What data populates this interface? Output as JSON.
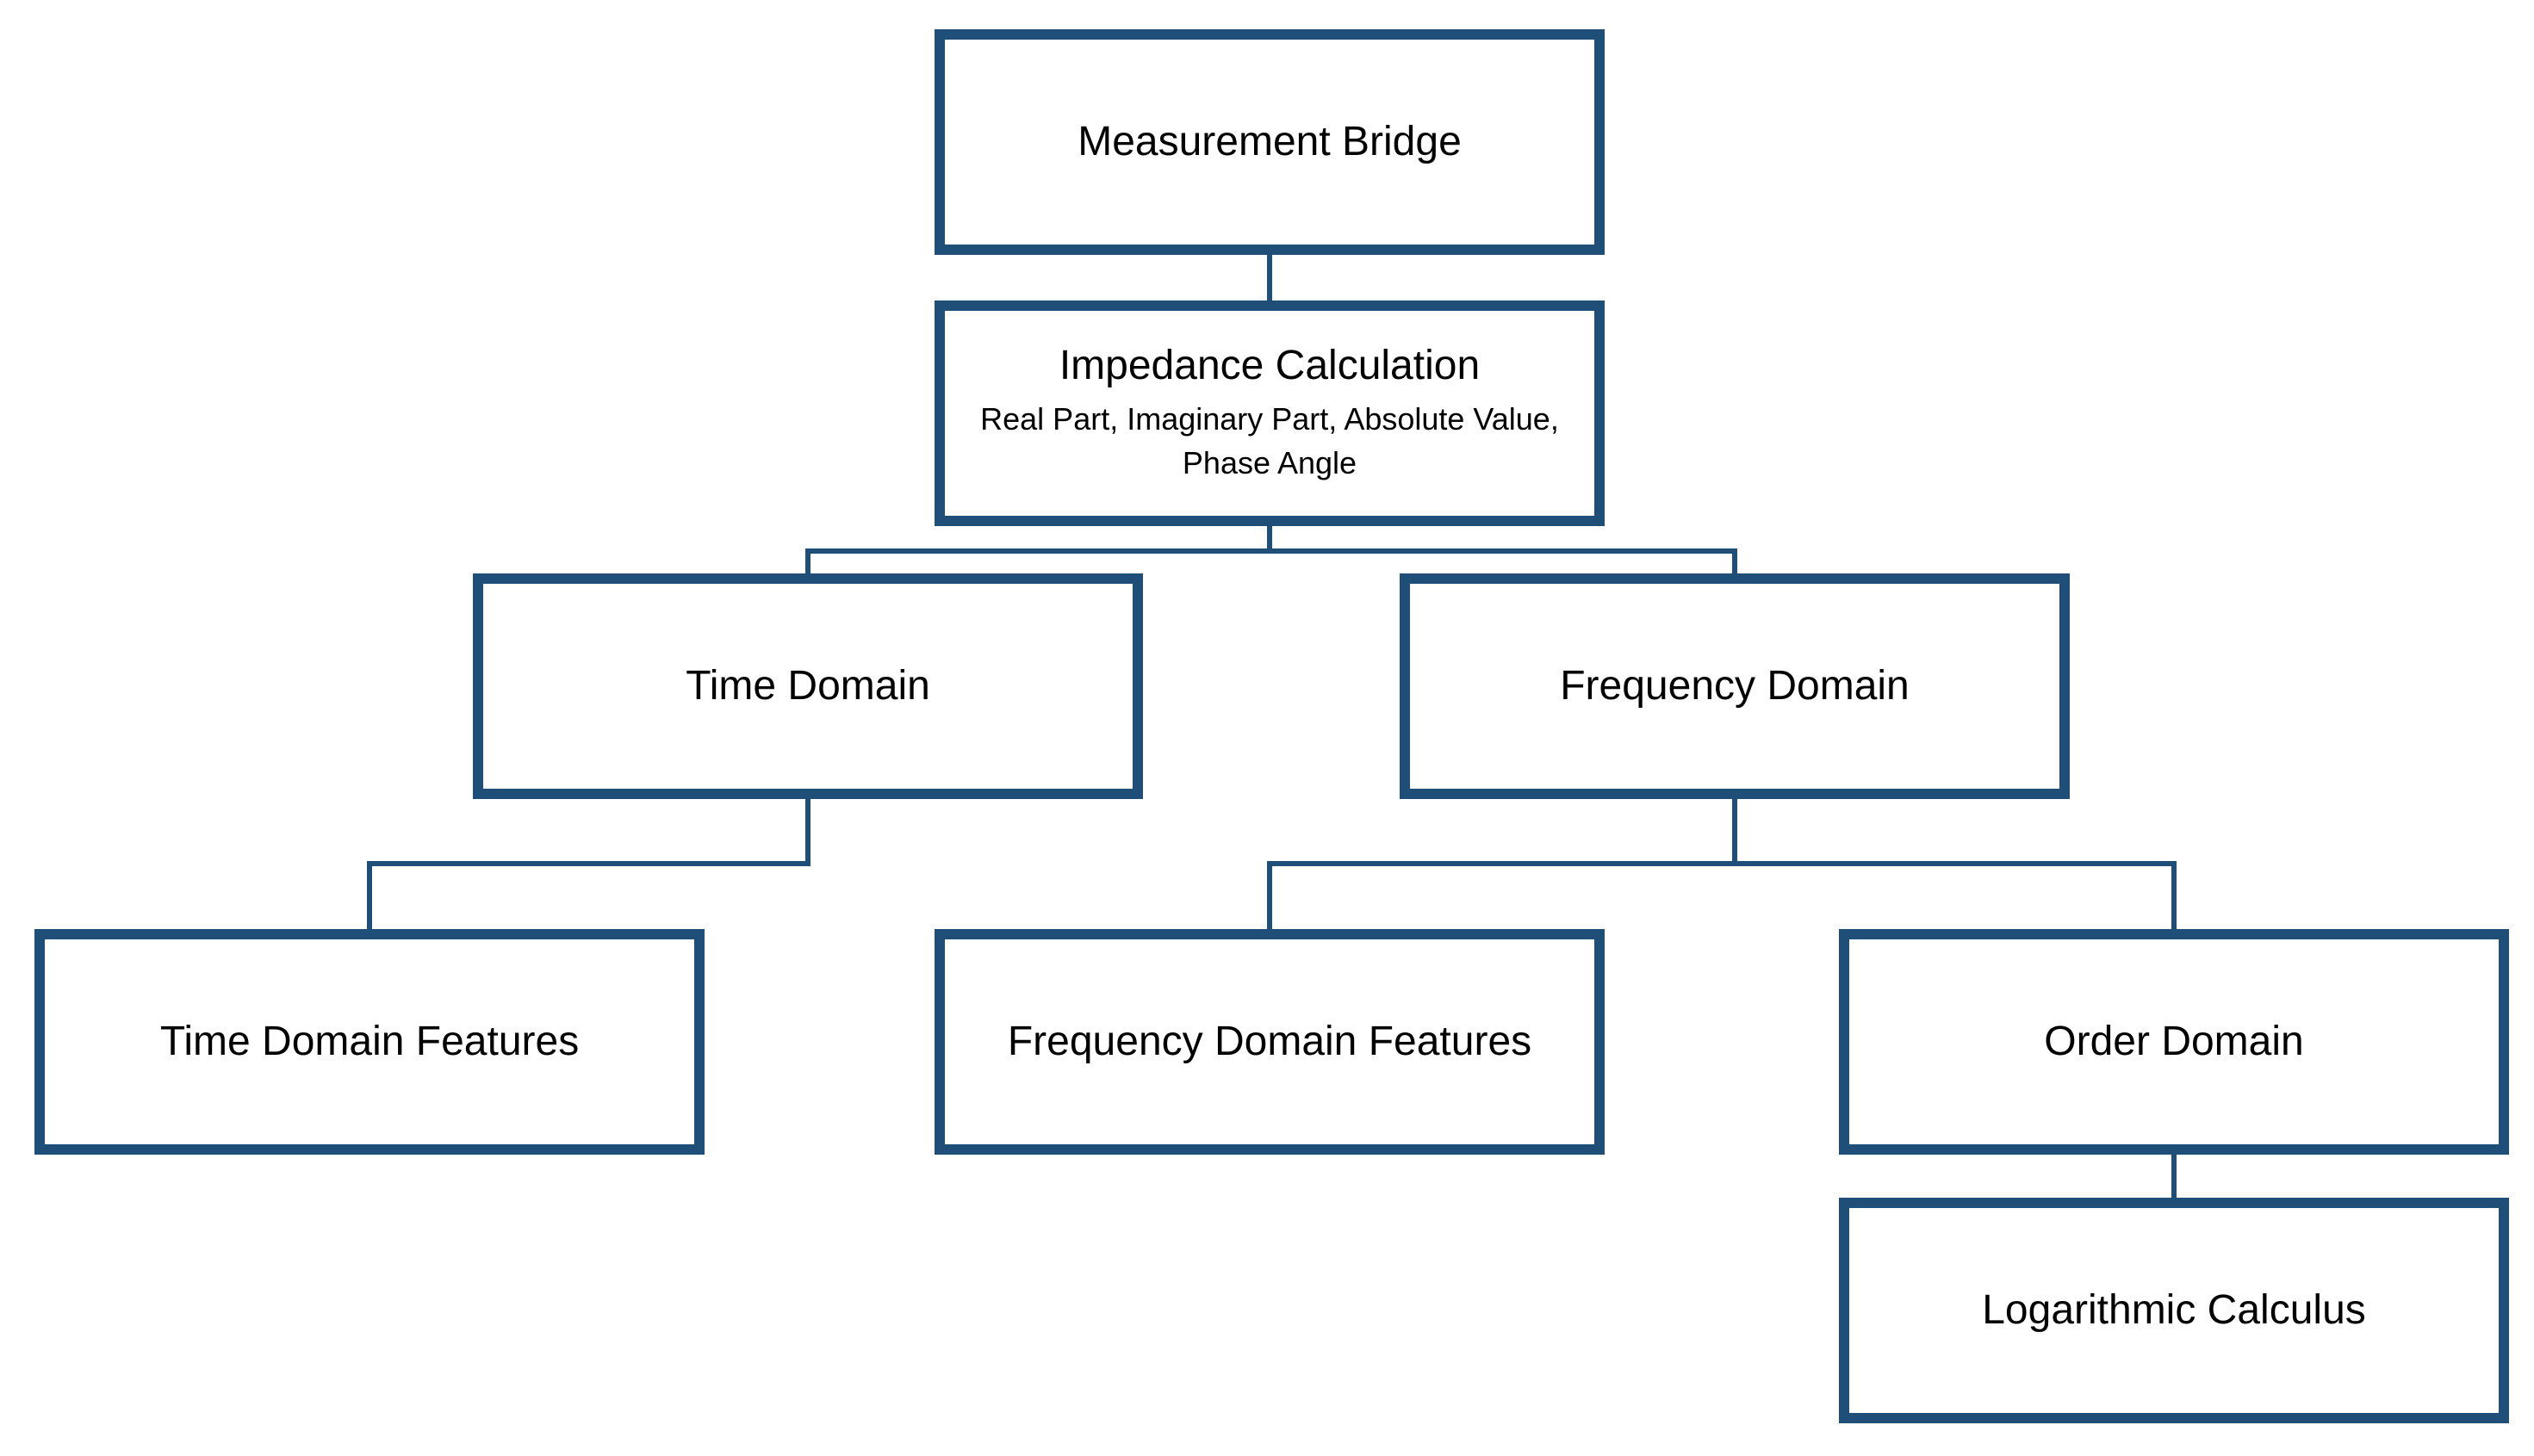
{
  "colors": {
    "box_border": "#1f4e79",
    "connector": "#1f4e79",
    "text": "#000000",
    "background": "#ffffff"
  },
  "nodes": {
    "measurement_bridge": {
      "title": "Measurement Bridge"
    },
    "impedance_calculation": {
      "title": "Impedance Calculation",
      "subtitle": "Real Part, Imaginary Part, Absolute Value, Phase Angle"
    },
    "time_domain": {
      "title": "Time Domain"
    },
    "frequency_domain": {
      "title": "Frequency Domain"
    },
    "time_domain_features": {
      "title": "Time Domain Features"
    },
    "frequency_domain_features": {
      "title": "Frequency Domain Features"
    },
    "order_domain": {
      "title": "Order Domain"
    },
    "logarithmic_calculus": {
      "title": "Logarithmic Calculus"
    }
  },
  "edges": [
    [
      "measurement_bridge",
      "impedance_calculation"
    ],
    [
      "impedance_calculation",
      "time_domain"
    ],
    [
      "impedance_calculation",
      "frequency_domain"
    ],
    [
      "time_domain",
      "time_domain_features"
    ],
    [
      "frequency_domain",
      "frequency_domain_features"
    ],
    [
      "frequency_domain",
      "order_domain"
    ],
    [
      "order_domain",
      "logarithmic_calculus"
    ]
  ]
}
